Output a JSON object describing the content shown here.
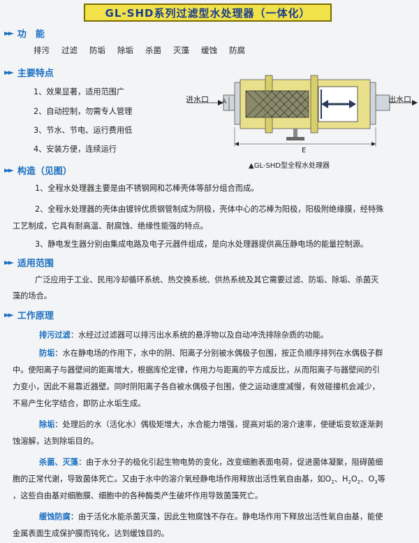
{
  "title": "GL-SHD系列过滤型水处理器（一体化）",
  "sections": {
    "function": {
      "title": "功　能",
      "items": [
        "排污",
        "过滤",
        "防垢",
        "除垢",
        "杀菌",
        "灭藻",
        "缓蚀",
        "防腐"
      ]
    },
    "features": {
      "title": "主要特点",
      "items": [
        "1、效果显著，适用范围广",
        "2、自动控制，勿需专人管理",
        "3、节水、节电、运行费用低",
        "4、安装方便，连续运行"
      ]
    },
    "structure": {
      "title": "构造（见图）",
      "p1": "1、全程水处理器主要是由不锈钢网和芯棒壳体等部分组合而成。",
      "p2a": "2、全程水处理器的壳体由镀锌优质钢管制成为阴极，壳体中心的芯棒为阳极，阳极附绝缘膜，经特殊",
      "p2b": "工艺制成，它具有耐高温、耐腐蚀、绝缘性能强的特点。",
      "p3": "3、静电发生器分别由集成电路及电子元器件组成，是向水处理器提供高压静电场的能量控制源。"
    },
    "scope": {
      "title": "适用范围",
      "l1": "广泛应用于工业、民用冷却循环系统、热交换系统、供热系统及其它需要过滤、防垢、除垢、杀菌灭",
      "l2": "藻的场合。"
    },
    "principle": {
      "title": "工作原理",
      "drain_kw": "排污过滤",
      "drain": "：水经过过滤器可以排污出水系统的悬浮物以及自动冲洗排除杂质的功能。",
      "scale_kw": "防垢",
      "scale1": "：水在静电场的作用下，水中的阴、阳离子分别被水偶极子包围，按正负顺序排列在水偶极子群",
      "scale2": "中。使阳离子与器壁间的距离增大，根据库伦定律，作用力与距离的平方成反比，从而阳离子与器壁间的引",
      "scale3": "力变小，因此不易靠近器壁。同时阴阳离子各自被水偶极子包围，使之运动速度减慢，有效碰撞机会减少，",
      "scale4": "不易产生化学结合，即防止水垢生成。",
      "descale_kw": "除垢",
      "descale1": "：处理后的水（活化水）偶极矩增大，水合能力增强，提高对垢的溶介速率，使硬垢变软逐渐剥",
      "descale2": "蚀溶解，达到除垢目的。",
      "steril_kw": "杀菌、灭藻",
      "steril1": "：由于水分子的极化引起生物电势的变化，改变细胞表面电荷，促进菌体凝聚，阻碍菌细",
      "steril2a": "胞的正常代谢，导致菌体死亡。又由于水中的溶介氧经静电场作用释放出活性氧自由基，如O",
      "steril2b": "、H",
      "steril2c": "O",
      "steril2d": "、O",
      "steril2e": "等",
      "sub2": "2",
      "sub3": "3",
      "steril3": "，这些自由基对细胞膜、细胞中的各种酶类产生破坏作用导致菌藻死亡。",
      "corr_kw": "缓蚀防腐",
      "corr1": "：由于活化水能杀菌灭藻，因此生物腐蚀不存在。静电场作用下释放出活性氧自由基，能使",
      "corr2": "金属表面生成保护膜而钝化，达到缓蚀目的。"
    }
  },
  "diagram": {
    "inlet": "进水口",
    "outlet": "出水口",
    "dim_a": "A",
    "dim_e": "E",
    "caption": "▲GL-SHD型全程水处理器",
    "colors": {
      "body": "#e8e08a",
      "mesh": "#3a3a3a",
      "pipe": "#cfd6dc",
      "arrow": "#2a3a5a"
    }
  }
}
